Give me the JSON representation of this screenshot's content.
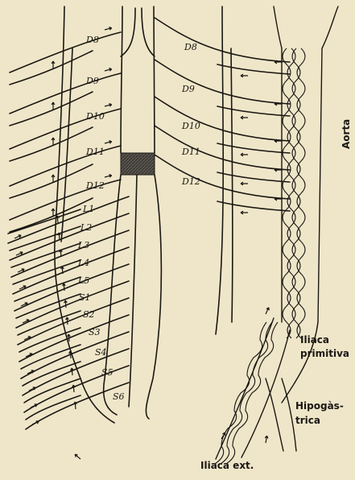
{
  "figure": {
    "left_labels": [
      "D8",
      "D9",
      "D10",
      "D11",
      "D12",
      "L1",
      "L2",
      "L3",
      "L4",
      "L5",
      "S1",
      "S2",
      "S3",
      "S4",
      "S5",
      "S6"
    ],
    "right_labels": [
      "D8",
      "D9",
      "D10",
      "D11",
      "D12"
    ],
    "aorta_label": "Aorta",
    "iliaca_primitiva_1": "Iliaca",
    "iliaca_primitiva_2": "primitiva",
    "hipogastrica_1": "Hipogàs-",
    "hipogastrica_2": "trica",
    "iliaca_ext": "Iliaca ext.",
    "colors": {
      "background": "#efe6c9",
      "ink": "#1a1713",
      "block_fill": "#5a5650"
    }
  }
}
